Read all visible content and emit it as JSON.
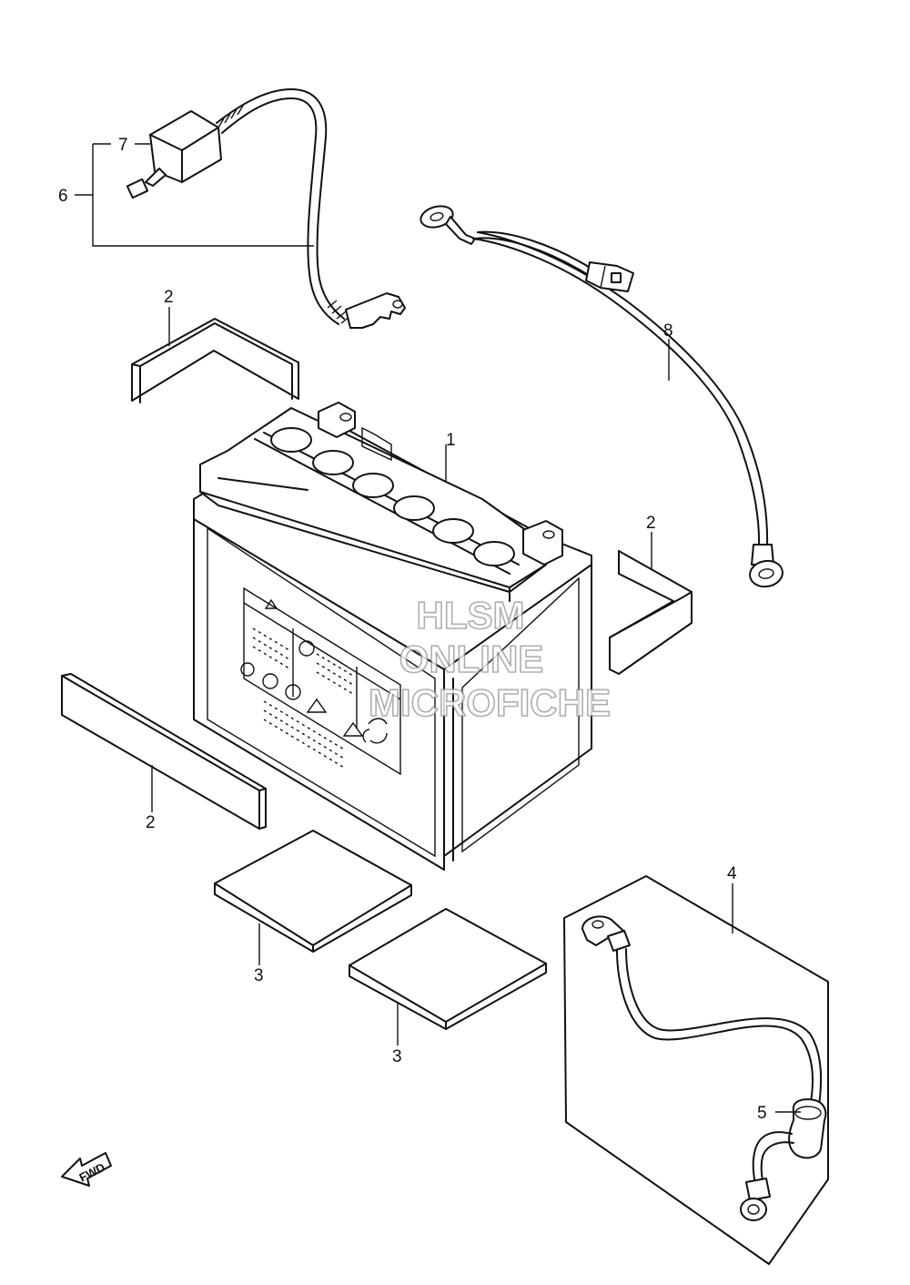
{
  "callouts": {
    "p1": "1",
    "p2a": "2",
    "p2b": "2",
    "p2c": "2",
    "p3a": "3",
    "p3b": "3",
    "p4": "4",
    "p5": "5",
    "p6": "6",
    "p7": "7",
    "p8": "8"
  },
  "watermark": {
    "line1": "HLSM",
    "line2": "ONLINE",
    "line3": "MICROFICHE"
  },
  "fwd_label": "FWD"
}
